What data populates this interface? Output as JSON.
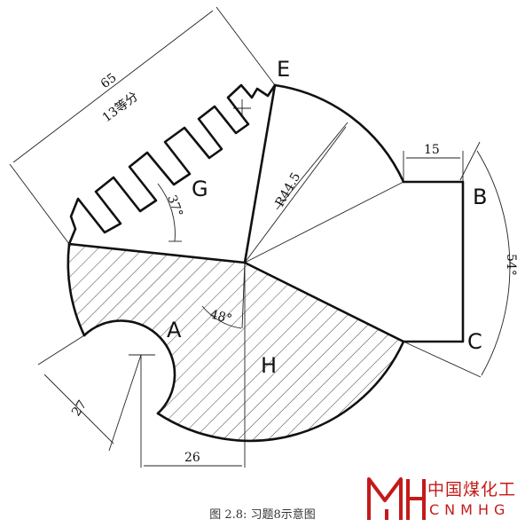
{
  "labels": {
    "E": "E",
    "B": "B",
    "C": "C",
    "G": "G",
    "H": "H",
    "A": "A"
  },
  "dimensions": {
    "top_length": "65",
    "divisions": "13等分",
    "radius": "R44.5",
    "offset_15": "15",
    "angle_54": "54°",
    "angle_37": "37°",
    "angle_48": "48°",
    "len_27": "27",
    "len_26": "26"
  },
  "caption": "图 2.8: 习题8示意图",
  "logo": {
    "chinese": "中国煤化工",
    "english": "CNMHG"
  },
  "colors": {
    "line": "#111111",
    "logo_red": "#c41a1a"
  }
}
